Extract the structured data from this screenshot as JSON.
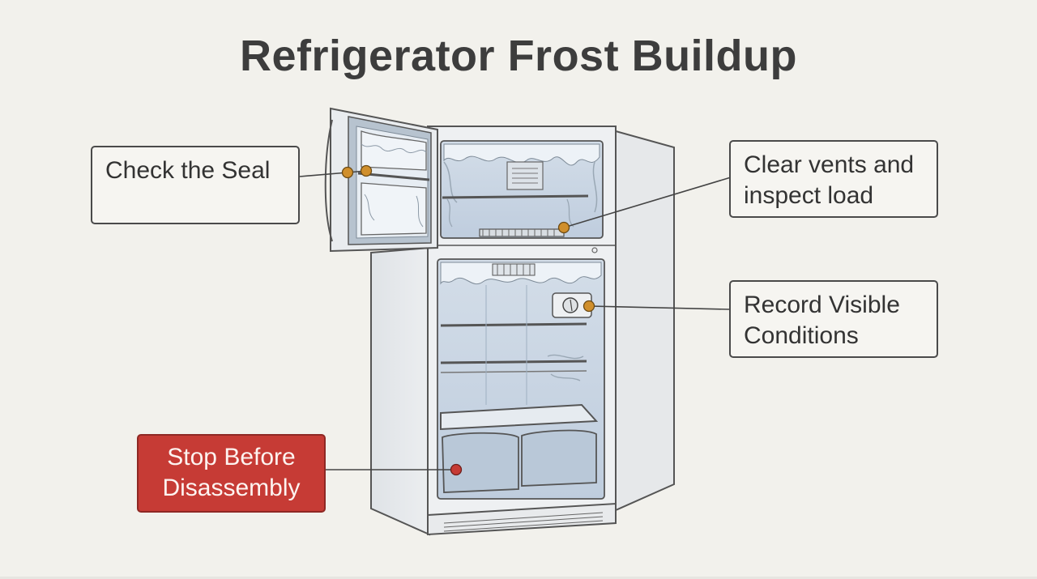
{
  "title": "Refrigerator Frost Buildup",
  "callouts": {
    "seal": "Check the Seal",
    "vents": "Clear vents and inspect load",
    "record": "Record Visible Conditions",
    "stop": "Stop Before Disassembly"
  },
  "colors": {
    "background": "#f2f1ec",
    "marker": "#d08f2c",
    "alert": "#c63b35",
    "frost": "#dfe7f0",
    "interior": "#c9d6e4"
  }
}
